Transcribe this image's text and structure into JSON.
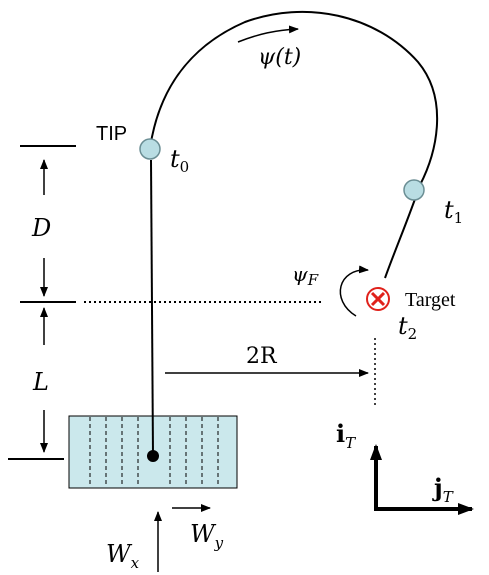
{
  "labels": {
    "tip": "TIP",
    "t0": "t",
    "t0_sub": "0",
    "t1": "t",
    "t1_sub": "1",
    "t2": "t",
    "t2_sub": "2",
    "psi_t": "ψ(t)",
    "psi_f": "ψ",
    "psi_f_sub": "F",
    "target": "Target",
    "d": "D",
    "l": "L",
    "two_r": "2R",
    "i_t": "i",
    "i_t_sub": "T",
    "j_t": "j",
    "j_t_sub": "T",
    "w_x": "W",
    "w_x_sub": "x",
    "w_y": "W",
    "w_y_sub": "y"
  },
  "colors": {
    "node_fill": "#b9dde3",
    "box_fill": "#cbe8ec",
    "target_red": "#e0211b",
    "line": "#000000"
  }
}
